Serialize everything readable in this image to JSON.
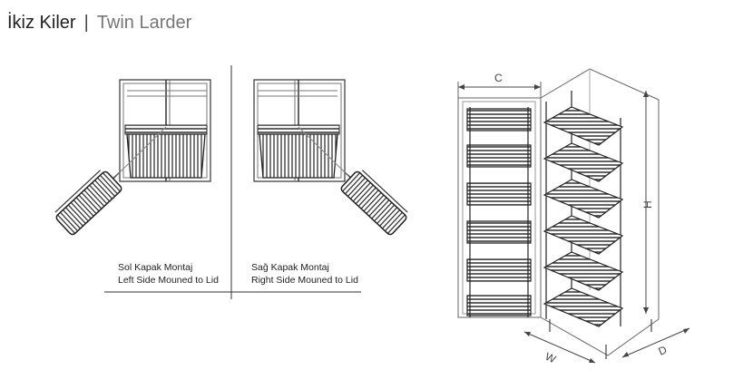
{
  "header": {
    "title_tr": "İkiz Kiler",
    "separator": "|",
    "title_en": "Twin Larder"
  },
  "left_mount": {
    "label_tr": "Sol Kapak Montaj",
    "label_en": "Left Side Mouned to Lid"
  },
  "right_mount": {
    "label_tr": "Sağ Kapak Montaj",
    "label_en": "Right Side Mouned to Lid"
  },
  "dimensions": {
    "c": "C",
    "h": "H",
    "w": "W",
    "d": "D"
  },
  "colors": {
    "line": "#444444",
    "basket": "#333333",
    "frame": "#888888"
  }
}
